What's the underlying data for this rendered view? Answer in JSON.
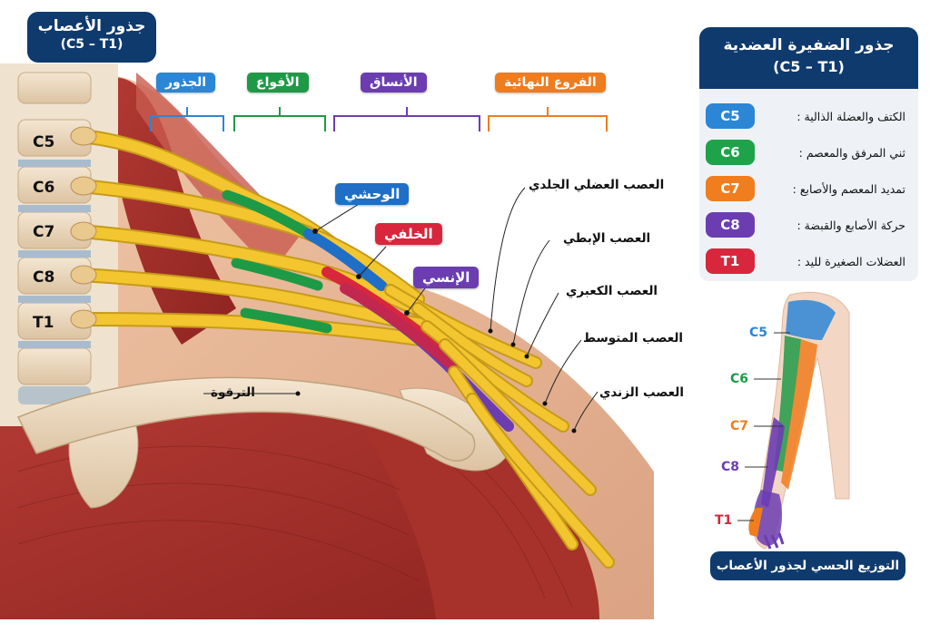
{
  "roots_box": {
    "title": "جذور الأعصاب",
    "subtitle": "(C5 – T1)"
  },
  "sections": {
    "roots": "الجذور",
    "trunks": "الأفواع",
    "cords": "الأنساق",
    "terminal": "الفروع النهائية"
  },
  "vertebrae": [
    "C5",
    "C6",
    "C7",
    "C8",
    "T1"
  ],
  "cord_labels": {
    "lateral": "الوحشي",
    "posterior": "الخلفي",
    "medial": "الإنسي"
  },
  "clavicle_label": "الترقوة",
  "terminal_nerves": [
    "العصب العضلي الجلدي",
    "العصب الإبطي",
    "العصب الكعبري",
    "العصب المتوسط",
    "العصب الزندي"
  ],
  "legend": {
    "title": "جذور الضفيرة العضدية",
    "subtitle": "(C5 – T1)",
    "items": [
      {
        "root": "C5",
        "text": "الكتف والعضلة الذالية :",
        "color": "#2b86d6"
      },
      {
        "root": "C6",
        "text": "ثني المرفق والمعصم :",
        "color": "#1ea24a"
      },
      {
        "root": "C7",
        "text": "تمديد المعصم والأصابع :",
        "color": "#f07d1e"
      },
      {
        "root": "C8",
        "text": "حركة الأصابع والقبضة :",
        "color": "#6b3db1"
      },
      {
        "root": "T1",
        "text": "العضلات الصغيرة لليد :",
        "color": "#d8263c"
      }
    ]
  },
  "dermatome": {
    "labels": [
      "C5",
      "C6",
      "C7",
      "C8",
      "T1"
    ],
    "caption": "التوزيع الحسي لجذور الأعصاب"
  },
  "colors": {
    "navy": "#0f3a6e",
    "nerve": "#f3c52f",
    "blue": "#1f6fc7",
    "green": "#1e9a46",
    "purple": "#6b3db1",
    "orange": "#ef7c1f",
    "red": "#d8263c"
  }
}
